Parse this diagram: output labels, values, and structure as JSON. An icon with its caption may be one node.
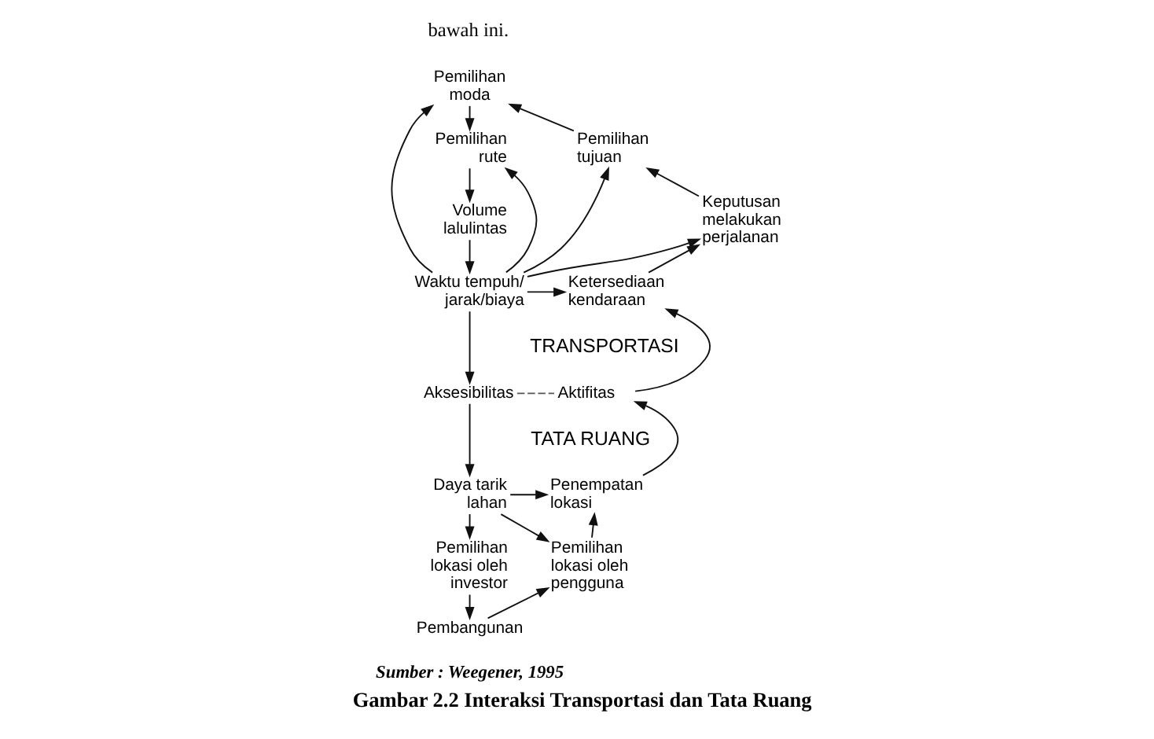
{
  "diagram": {
    "caption": "Gambar 2.2 Interaksi Transportasi dan Tata Ruang",
    "nodes": [
      {
        "text": [
          "Pemilihan rute"
        ]
      },
      {
        "text": [
          "Pemilihan moda"
        ]
      },
      {
        "text": [
          "Pemilihan tujuan"
        ]
      },
      {
        "text": [
          "Volume lalulintas"
        ]
      },
      {
        "text": [
          "Keputusan melakukan perjalanan"
        ]
      },
      {
        "text": [
          "Waktu tempuh/ jarak/biaya"
        ]
      },
      {
        "text": [
          "Ketersediaan kendaraan"
        ]
      },
      {
        "text": [
          "Aksesibilitas"
        ]
      },
      {
        "text": [
          "Aktifitas"
        ]
      },
      {
        "text": [
          "Daya tarik lahan"
        ]
      },
      {
        "text": [
          "Penempatan lokasi"
        ]
      },
      {
        "text": [
          "Pemilihan lokasi oleh investor"
        ]
      },
      {
        "text": [
          "Pemilihan lokasi oleh pengguna"
        ]
      },
      {
        "text": [
          "Pembangunan"
        ]
      }
    ],
    "edges": [
      {
        "from": 1,
        "to": 0,
        "arrow": "to"
      },
      {
        "from": 0,
        "to": 3,
        "arrow": "to"
      },
      {
        "from": 3,
        "to": 5,
        "arrow": "to"
      },
      {
        "from": 5,
        "to": 0,
        "arrow": "to"
      },
      {
        "from": 5,
        "to": 1,
        "arrow": "to"
      },
      {
        "from": 5,
        "to": 2,
        "arrow": "to"
      },
      {
        "from": 5,
        "to": 4,
        "arrow": "to"
      },
      {
        "from": 5,
        "to": 6,
        "arrow": "to"
      },
      {
        "from": 2,
        "to": 1,
        "arrow": "to"
      },
      {
        "from": 4,
        "to": 2,
        "arrow": "to"
      },
      {
        "from": 6,
        "to": 4,
        "arrow": "to"
      },
      {
        "from": 8,
        "to": 6,
        "arrow": "to"
      },
      {
        "from": 5,
        "to": 7,
        "arrow": "to"
      },
      {
        "from": 7,
        "to": 8,
        "arrow": "none",
        "style": "dashed",
        "color": "#555555"
      },
      {
        "from": 7,
        "to": 9,
        "arrow": "to"
      },
      {
        "from": 9,
        "to": 10,
        "arrow": "to"
      },
      {
        "from": 9,
        "to": 12,
        "arrow": "to"
      },
      {
        "from": 9,
        "to": 11,
        "arrow": "to"
      },
      {
        "from": 11,
        "to": 13,
        "arrow": "to"
      },
      {
        "from": 13,
        "to": 12,
        "arrow": "to"
      },
      {
        "from": 12,
        "to": 10,
        "arrow": "to"
      },
      {
        "from": 10,
        "to": 8,
        "arrow": "to"
      }
    ],
    "labels": [
      "bawah ini.",
      "TRANSPORTASI",
      "TATA RUANG",
      "Sumber : Weegener, 1995"
    ]
  }
}
